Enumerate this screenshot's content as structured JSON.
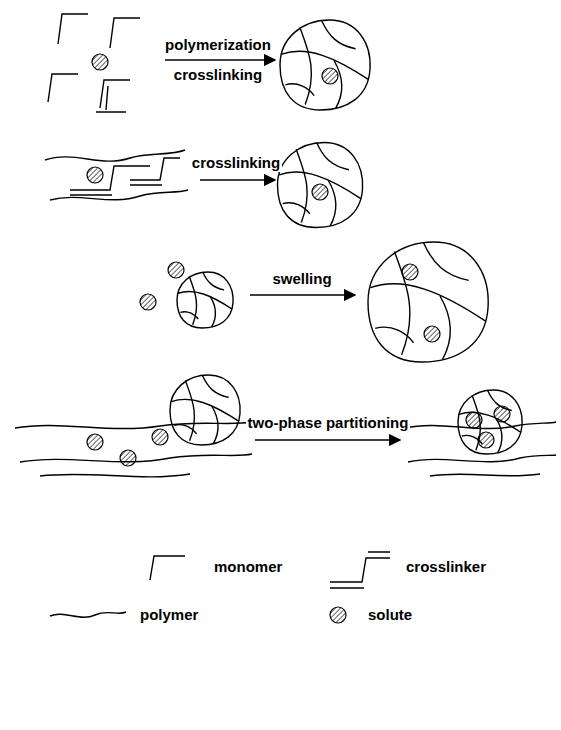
{
  "diagram": {
    "labels": [
      "polymerization",
      "crosslinking",
      "crosslinking",
      "swelling",
      "two-phase partitioning"
    ],
    "legend": [
      {
        "text": "monomer"
      },
      {
        "text": "crosslinker"
      },
      {
        "text": "polymer"
      },
      {
        "text": "solute"
      }
    ]
  }
}
